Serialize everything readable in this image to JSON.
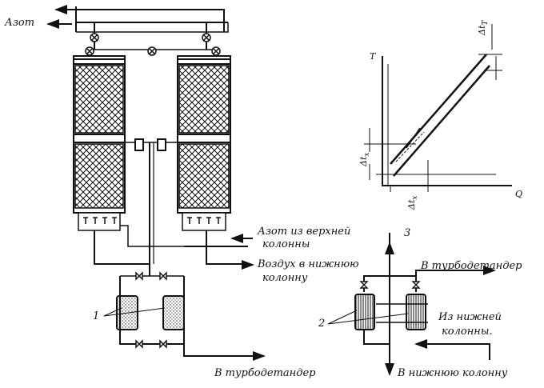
{
  "labels": {
    "azot": "Азот",
    "azot_top_1": "Азот из верхней",
    "azot_top_2": "колонны",
    "air_bottom_1": "Воздух в нижнюю",
    "air_bottom_2": "колонну",
    "turbo_bottom": "В турбодетандер",
    "turbo_right": "В турбодетандер",
    "from_lower_1": "Из нижней",
    "from_lower_2": "колонны.",
    "to_lower": "В нижнюю колонну"
  },
  "numbers": {
    "n1": "1",
    "n2": "2",
    "n3": "3"
  },
  "graph": {
    "y_axis": "T",
    "x_axis": "Q",
    "dt_t": "Δt",
    "dt_t_sub": "T",
    "dt_x_prime": "Δt",
    "dt_x_prime_sub": "x",
    "dt_x": "Δt",
    "dt_x_sub": "x"
  }
}
